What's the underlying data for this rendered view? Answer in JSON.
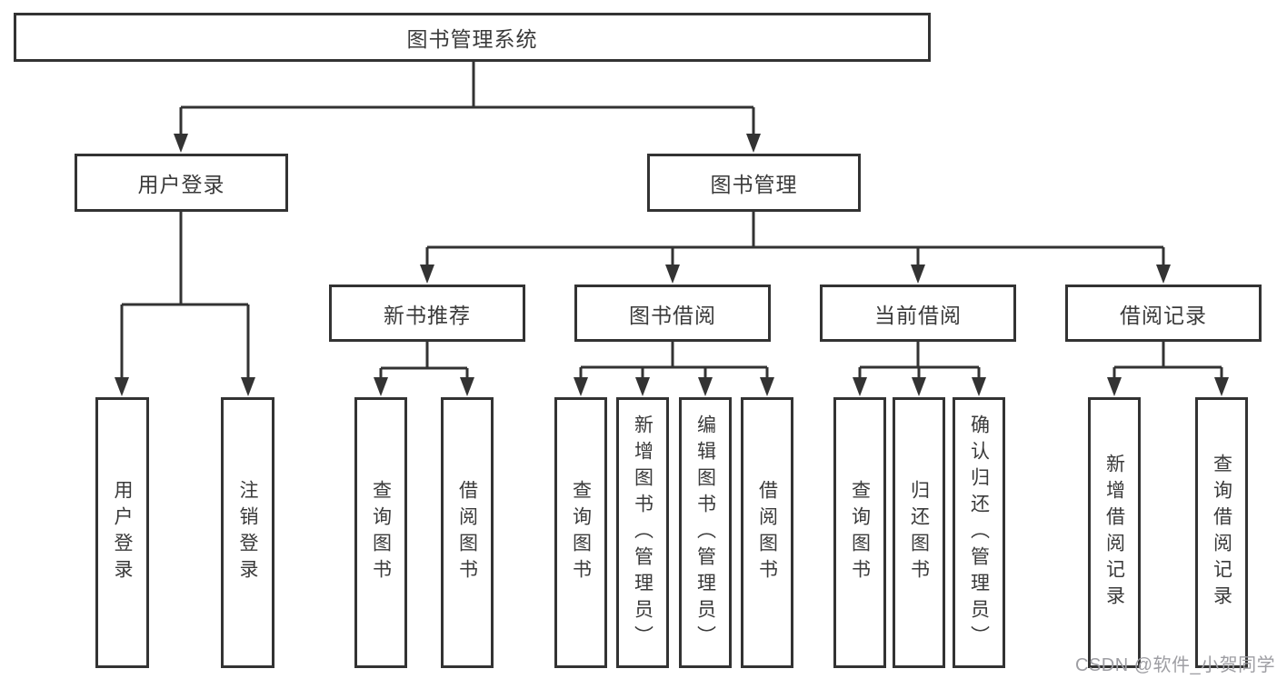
{
  "colors": {
    "line": "#333333",
    "text": "#3a3a3a",
    "watermark": "#9e9ea3",
    "background": "#ffffff"
  },
  "tree": {
    "root": {
      "label": "图书管理系统"
    },
    "branches": [
      {
        "label": "用户登录",
        "leaves": [
          {
            "label": "用户登录"
          },
          {
            "label": "注销登录"
          }
        ]
      },
      {
        "label": "图书管理",
        "groups": [
          {
            "label": "新书推荐",
            "leaves": [
              {
                "label": "查询图书"
              },
              {
                "label": "借阅图书"
              }
            ]
          },
          {
            "label": "图书借阅",
            "leaves": [
              {
                "label": "查询图书"
              },
              {
                "label": "新增图书（管理员）"
              },
              {
                "label": "编辑图书（管理员）"
              },
              {
                "label": "借阅图书"
              }
            ]
          },
          {
            "label": "当前借阅",
            "leaves": [
              {
                "label": "查询图书"
              },
              {
                "label": "归还图书"
              },
              {
                "label": "确认归还（管理员）"
              }
            ]
          },
          {
            "label": "借阅记录",
            "leaves": [
              {
                "label": "新增借阅记录"
              },
              {
                "label": "查询借阅记录"
              }
            ]
          }
        ]
      }
    ]
  },
  "watermark": {
    "text": "CSDN @软件_小贺同学"
  }
}
